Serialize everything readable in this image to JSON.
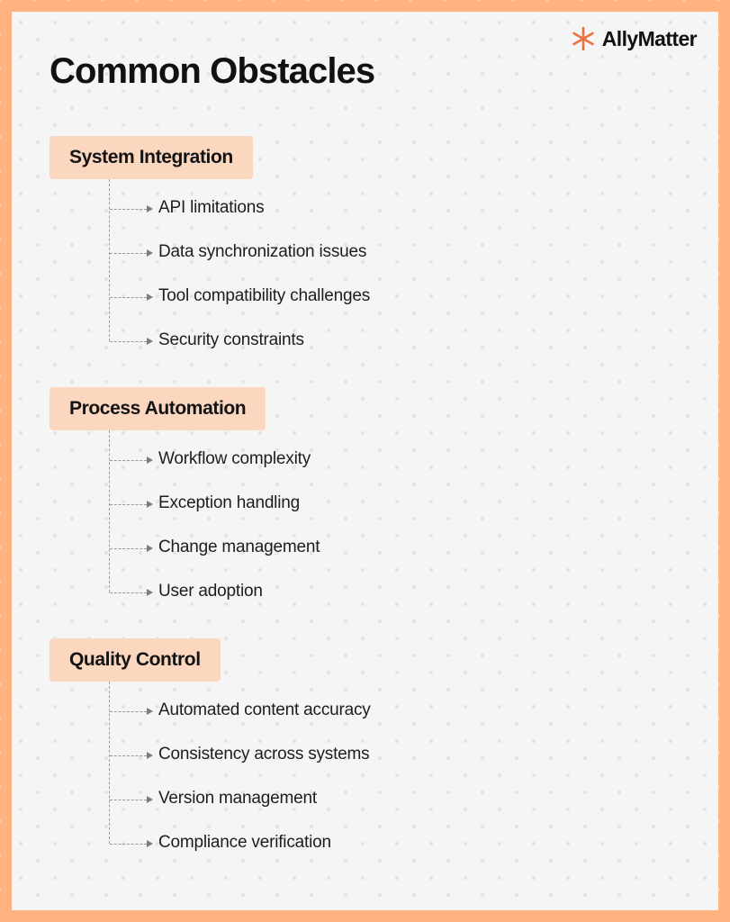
{
  "brand": {
    "name": "AllyMatter",
    "mark": "asterisk-star-icon",
    "mark_color": "#E8733F",
    "text_color": "#111111"
  },
  "page": {
    "title": "Common Obstacles",
    "frame_color": "#FFB380",
    "canvas_color": "#F5F5F5",
    "badge_color": "#FBD7C0",
    "connector_color": "#9A9A9A"
  },
  "groups": [
    {
      "title": "System Integration",
      "children": [
        {
          "label": "API limitations"
        },
        {
          "label": "Data synchronization issues"
        },
        {
          "label": "Tool compatibility challenges"
        },
        {
          "label": "Security constraints"
        }
      ]
    },
    {
      "title": "Process Automation",
      "children": [
        {
          "label": "Workflow complexity"
        },
        {
          "label": "Exception handling"
        },
        {
          "label": "Change management"
        },
        {
          "label": "User adoption"
        }
      ]
    },
    {
      "title": "Quality Control",
      "children": [
        {
          "label": "Automated content accuracy"
        },
        {
          "label": "Consistency across systems"
        },
        {
          "label": "Version management"
        },
        {
          "label": "Compliance verification"
        }
      ]
    }
  ]
}
